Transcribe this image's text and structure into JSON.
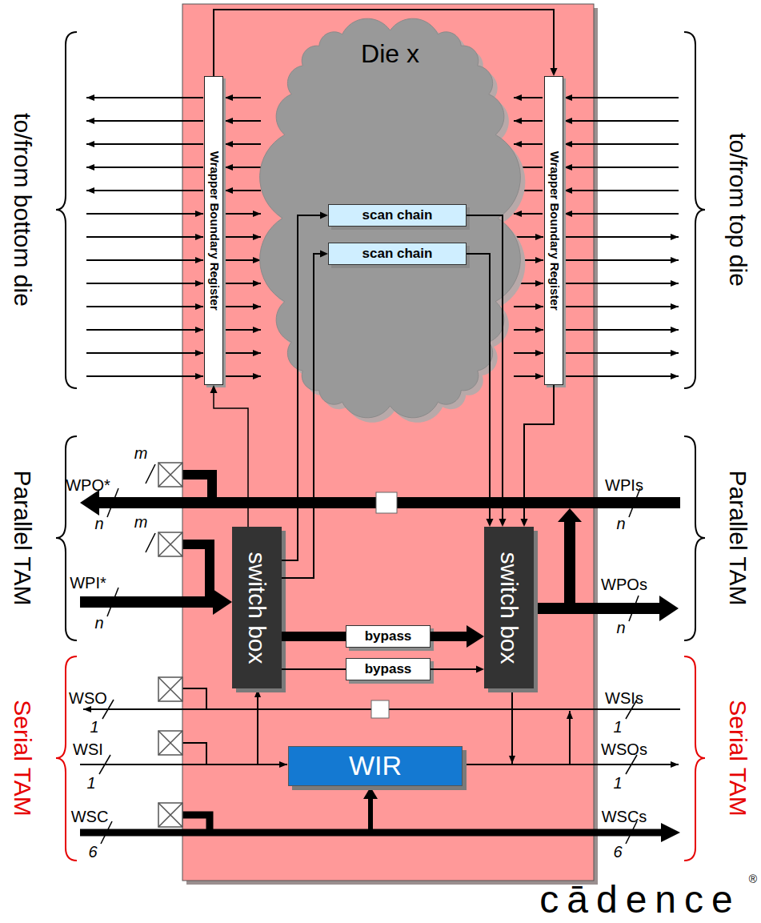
{
  "diagram": {
    "nodes": [
      {
        "text": [
          "Wrapper Boundary Register"
        ]
      },
      {
        "text": [
          "Die x"
        ]
      },
      {
        "text": [
          "scan chain"
        ],
        "in": 1
      },
      {
        "text": [
          "scan chain"
        ],
        "in": 1
      },
      {
        "text": [
          "Wrapper Boundary Register"
        ]
      },
      {
        "text": [
          "switch box"
        ]
      },
      {
        "text": [
          "switch box"
        ]
      },
      {
        "text": [
          "bypass"
        ]
      },
      {
        "text": [
          "bypass"
        ]
      },
      {
        "text": [
          "WIR"
        ]
      }
    ],
    "edges": [
      {
        "from": 5,
        "to": 2,
        "arrow": "to"
      },
      {
        "from": 5,
        "to": 3,
        "arrow": "to"
      },
      {
        "from": 5,
        "to": 0,
        "arrow": "to"
      },
      {
        "from": 2,
        "to": 6,
        "arrow": "to"
      },
      {
        "from": 3,
        "to": 6,
        "arrow": "to"
      },
      {
        "from": 4,
        "to": 6,
        "arrow": "to"
      },
      {
        "from": 0,
        "to": 4,
        "arrow": "to"
      },
      {
        "from": 5,
        "to": 7,
        "arrow": "none"
      },
      {
        "from": 7,
        "to": 6,
        "arrow": "to"
      },
      {
        "from": 5,
        "to": 8,
        "arrow": "none"
      },
      {
        "from": 8,
        "to": 6,
        "arrow": "to"
      }
    ],
    "labels": [
      "to/from bottom die",
      "to/from top die",
      "Parallel TAM",
      "Parallel TAM",
      "Serial TAM",
      "Serial TAM",
      "m",
      "WPO*",
      "n",
      "WPIs",
      "n",
      "m",
      "WPI*",
      "n",
      "WPOs",
      "n",
      "WSO",
      "1",
      "WSIs",
      "1",
      "WSI",
      "1",
      "WSOs",
      "1",
      "WSC",
      "6",
      "WSCs",
      "6",
      "cādence",
      "®"
    ]
  }
}
